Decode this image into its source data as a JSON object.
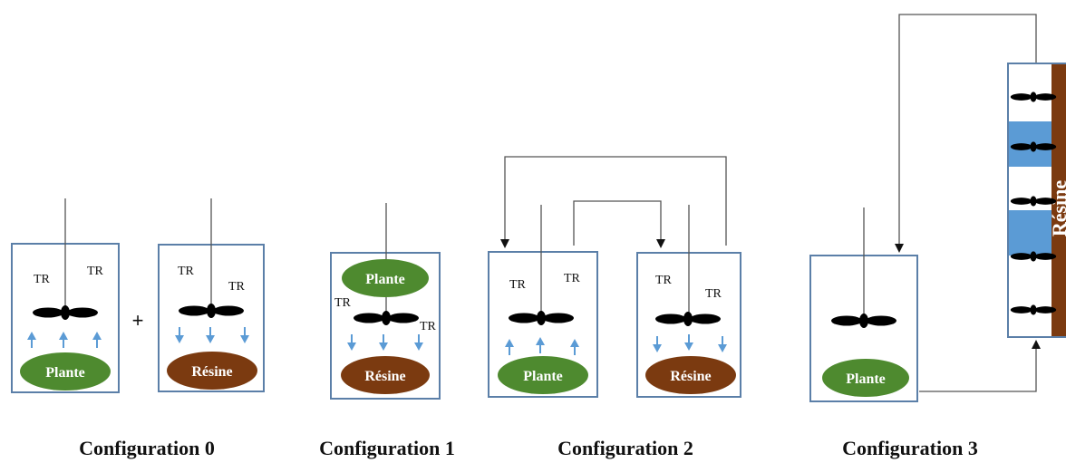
{
  "tr_label": "TR",
  "plus_sign": "+",
  "plante_label": "Plante",
  "resine_label": "Résine",
  "column_label": "Résine",
  "captions": [
    "Configuration 0",
    "Configuration 1",
    "Configuration 2",
    "Configuration 3"
  ],
  "colors": {
    "plante_green": "#4e8a2f",
    "resine_brown": "#7b3a10",
    "flow_arrow_blue": "#5b9bd5",
    "column_band_blue": "#5b9bd5",
    "tank_border": "#5b7fa8"
  },
  "icons": [
    "impeller-icon",
    "up-arrow-icon",
    "down-arrow-icon",
    "flow-arrow-icon"
  ]
}
